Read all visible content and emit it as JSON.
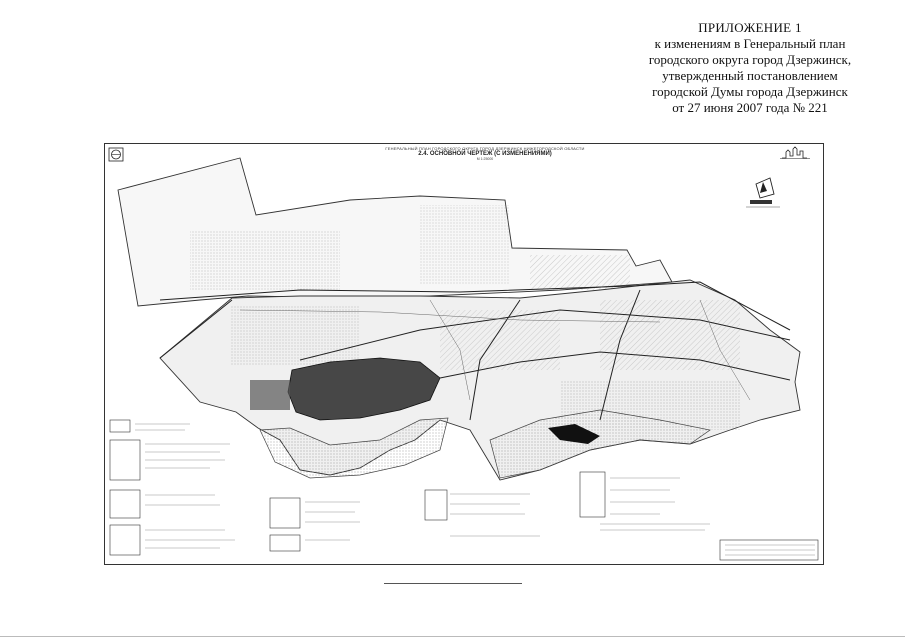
{
  "header": {
    "title": "ПРИЛОЖЕНИЕ 1",
    "lines": [
      "к изменениям в Генеральный план",
      "городского округа город Дзержинск,",
      "утвержденный постановлением",
      "городской Думы города Дзержинск",
      "от 27 июня 2007 года № 221"
    ]
  },
  "sheet": {
    "title_line1": "ГЕНЕРАЛЬНЫЙ ПЛАН ГОРОДСКОГО ОКРУГА ГОРОД ДЗЕРЖИНСК НИЖЕГОРОДСКОЙ ОБЛАСТИ",
    "title_line2": "2.4. ОСНОВНОЙ ЧЕРТЕЖ (С ИЗМЕНЕНИЯМИ)",
    "title_line3": "М 1:25000"
  },
  "colors": {
    "ink": "#222222",
    "paper": "#ffffff",
    "hatch": "#8a8a8a",
    "urban": "#3a3a3a"
  },
  "icons": {
    "logo": "city-emblem-icon",
    "north": "north-arrow-icon",
    "skyline": "city-skyline-icon"
  }
}
